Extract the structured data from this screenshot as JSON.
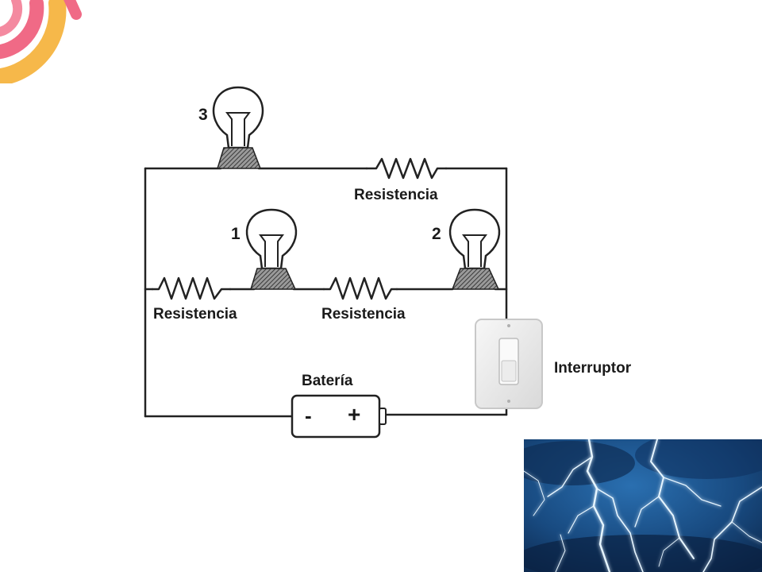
{
  "slide": {
    "background_color": "#ffffff",
    "accent_colors": [
      "#f06a86",
      "#f6b84a"
    ]
  },
  "circuit": {
    "bulbs": [
      {
        "number": "3"
      },
      {
        "number": "1"
      },
      {
        "number": "2"
      }
    ],
    "resistors": [
      {
        "label": "Resistencia"
      },
      {
        "label": "Resistencia"
      },
      {
        "label": "Resistencia"
      }
    ],
    "battery": {
      "label": "Batería",
      "negative": "-",
      "positive": "+"
    },
    "switch": {
      "label": "Interruptor"
    }
  },
  "image": {
    "subject": "lightning-storm",
    "colors": [
      "#0f2d52",
      "#2a6fb0",
      "#dff1ff"
    ]
  }
}
